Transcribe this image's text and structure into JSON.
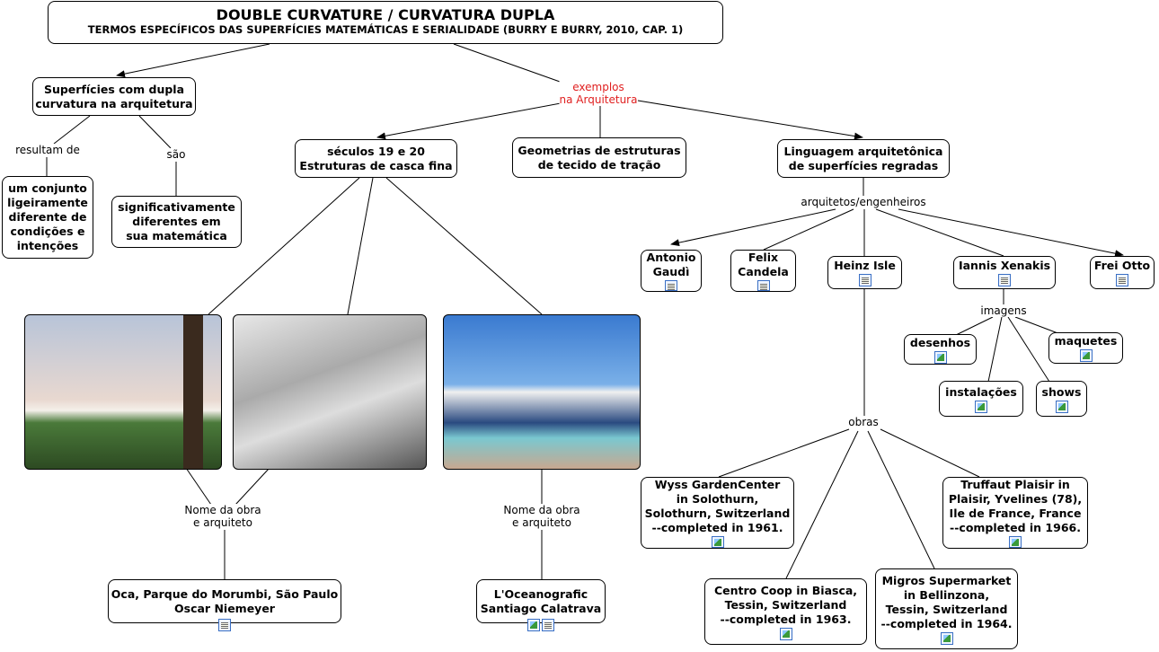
{
  "title": {
    "line1": "DOUBLE CURVATURE / CURVATURA DUPLA",
    "line2": "TERMOS ESPECÍFICOS DAS SUPERFÍCIES MATEMÁTICAS E SERIALIDADE (BURRY E BURRY, 2010, CAP. 1)"
  },
  "nodes": {
    "superficies": "Superfícies com dupla\ncurvatura na arquitetura",
    "conjunto": "um conjunto\nligeiramente\ndiferente de\ncondições e\nintenções",
    "significativamente": "significativamente\ndiferentes em\nsua matemática",
    "seculos": "séculos 19 e 20\nEstruturas de casca fina",
    "geometrias": "Geometrias de estruturas\nde tecido de tração",
    "linguagem": "Linguagem arquitetônica\nde superfícies regradas",
    "gaudi": "Antonio\nGaudì",
    "candela": "Felix\nCandela",
    "heinz": "Heinz Isle",
    "xenakis": "Iannis Xenakis",
    "frei": "Frei Otto",
    "desenhos": "desenhos",
    "maquetes": "maquetes",
    "instalacoes": "instalações",
    "shows": "shows",
    "wyss": "Wyss GardenCenter\nin Solothurn,\nSolothurn, Switzerland\n--completed in 1961.",
    "truffaut": "Truffaut Plaisir in\nPlaisir, Yvelines (78),\nIle de France, France\n--completed in 1966.",
    "coop": "Centro Coop in Biasca,\nTessin, Switzerland\n--completed in 1963.",
    "migros": "Migros Supermarket\nin Bellinzona,\nTessin, Switzerland\n--completed in 1964.",
    "oca": "Oca, Parque do Morumbi, São Paulo\nOscar Niemeyer",
    "oceanografic": "L'Oceanografic\nSantiago Calatrava"
  },
  "links": {
    "exemplos": "exemplos\nna Arquitetura",
    "resultam": "resultam de",
    "sao": "são",
    "arquitetos": "arquitetos/engenheiros",
    "imagens": "imagens",
    "obras": "obras",
    "nome1": "Nome da obra\ne arquiteto",
    "nome2": "Nome da obra\ne arquiteto"
  },
  "colors": {
    "link_red": "#e02020",
    "icon_blue": "#3a6fc4"
  }
}
